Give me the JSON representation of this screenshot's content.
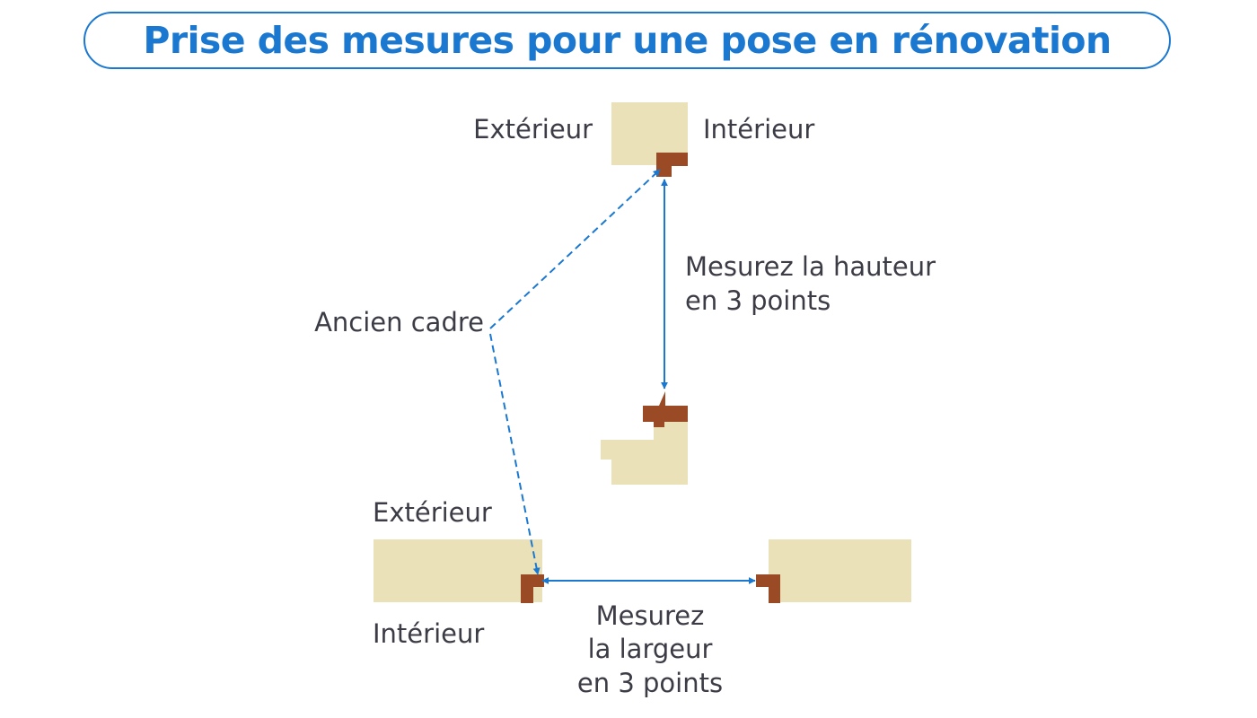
{
  "title": "Prise des mesures pour une pose en rénovation",
  "labels": {
    "top_exterior": "Extérieur",
    "top_interior": "Intérieur",
    "old_frame": "Ancien cadre",
    "height_line1": "Mesurez la hauteur",
    "height_line2": "en 3 points",
    "bottom_exterior": "Extérieur",
    "bottom_interior": "Intérieur",
    "width_line1": "Mesurez",
    "width_line2": "la largeur",
    "width_line3": "en 3 points"
  },
  "colors": {
    "accent": "#1b78d0",
    "wall": "#ebe1b9",
    "frame": "#9a4a25",
    "text": "#3c3c46"
  }
}
